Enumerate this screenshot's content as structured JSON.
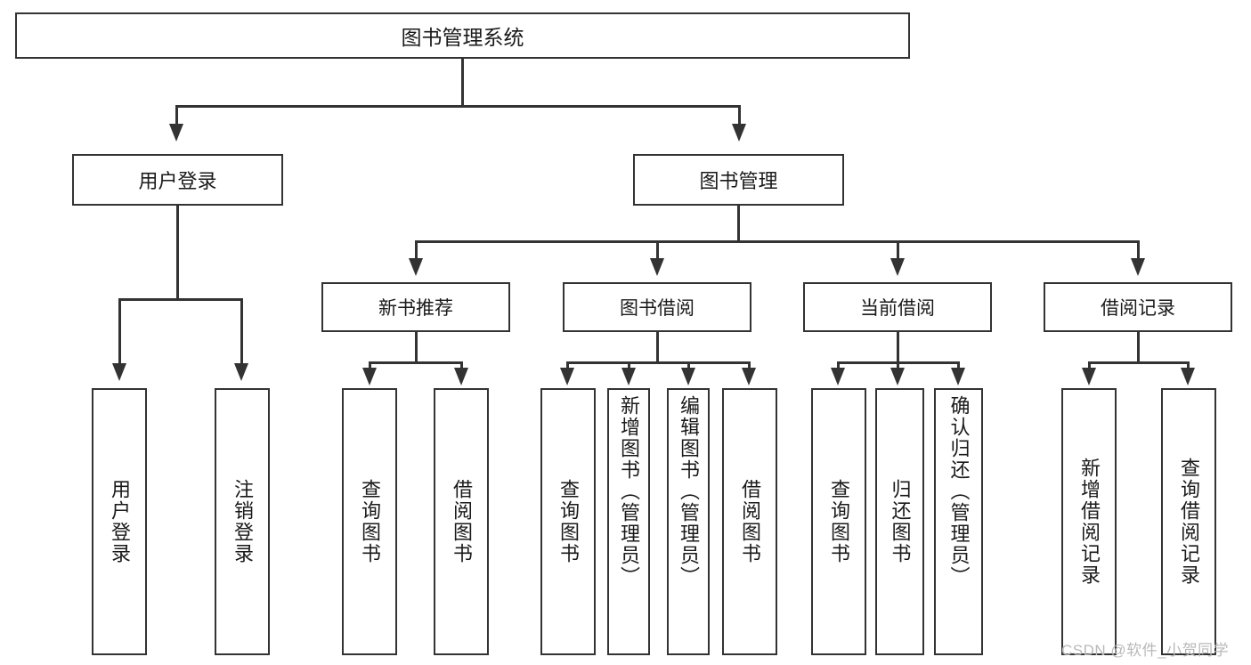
{
  "diagram": {
    "title": "图书管理系统",
    "type": "tree",
    "root": {
      "label": "图书管理系统"
    },
    "level1": [
      {
        "label": "用户登录"
      },
      {
        "label": "图书管理"
      }
    ],
    "level2": [
      {
        "label": "新书推荐"
      },
      {
        "label": "图书借阅"
      },
      {
        "label": "当前借阅"
      },
      {
        "label": "借阅记录"
      }
    ],
    "leaves": {
      "user_login": [
        {
          "label": "用户登录"
        },
        {
          "label": "注销登录"
        }
      ],
      "new_book_recommend": [
        {
          "label": "查询图书"
        },
        {
          "label": "借阅图书"
        }
      ],
      "book_borrow": [
        {
          "label": "查询图书"
        },
        {
          "label": "新增图书（管理员）"
        },
        {
          "label": "编辑图书（管理员）"
        },
        {
          "label": "借阅图书"
        }
      ],
      "current_borrow": [
        {
          "label": "查询图书"
        },
        {
          "label": "归还图书"
        },
        {
          "label": "确认归还（管理员）"
        }
      ],
      "borrow_record": [
        {
          "label": "新增借阅记录"
        },
        {
          "label": "查询借阅记录"
        }
      ]
    }
  },
  "watermark": {
    "text": "CSDN @软件_小贺同学"
  },
  "colors": {
    "stroke": "#333333",
    "background": "#ffffff",
    "text": "#1a1a1a",
    "watermark": "#b9b9b9"
  }
}
